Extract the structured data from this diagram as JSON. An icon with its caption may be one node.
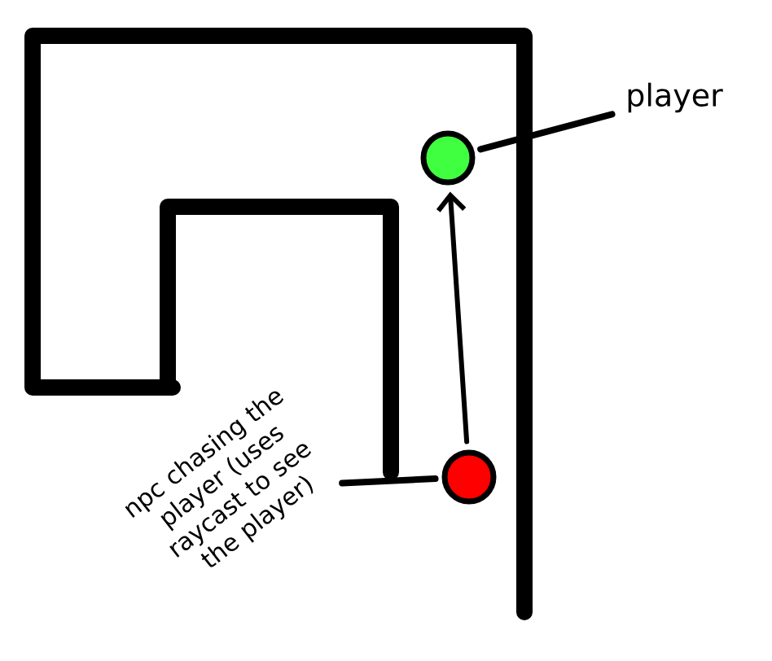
{
  "diagram": {
    "nodes": [
      {
        "text": [
          "player"
        ]
      },
      {
        "text": [],
        "shape": "circle"
      },
      {
        "text": [
          "npc chasing the player (uses raycast to see the player)"
        ]
      },
      {
        "text": [],
        "shape": "circle"
      }
    ],
    "edges": [
      {
        "from": 0,
        "to": 1,
        "arrow": "none"
      },
      {
        "from": 2,
        "to": 3,
        "arrow": "none"
      },
      {
        "from": 3,
        "to": 1,
        "arrow": "to"
      }
    ]
  }
}
